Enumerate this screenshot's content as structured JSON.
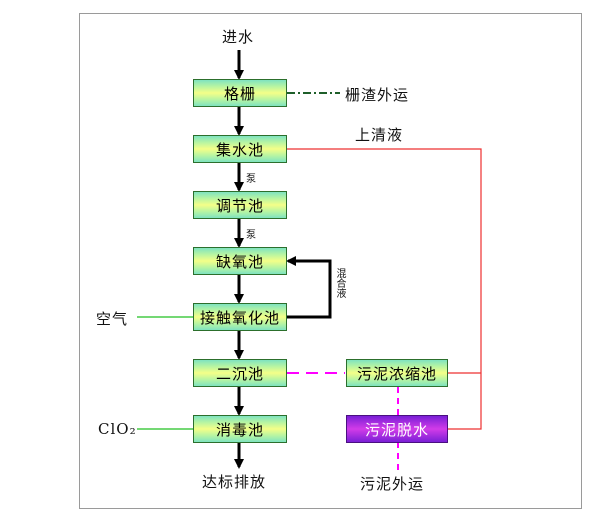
{
  "inputs": {
    "water_in": "进水",
    "air": "空气",
    "clo2": "ClO₂"
  },
  "process": {
    "screen": "格栅",
    "collection_tank": "集水池",
    "regulating_tank": "调节池",
    "anoxic_tank": "缺氧池",
    "contact_oxidation_tank": "接触氧化池",
    "secondary_settling_tank": "二沉池",
    "disinfection_tank": "消毒池"
  },
  "sludge": {
    "thickening_tank": "污泥浓缩池",
    "dewatering": "污泥脱水"
  },
  "outputs": {
    "screen_residue": "栅渣外运",
    "discharge": "达标排放",
    "sludge_out": "污泥外运"
  },
  "annotations": {
    "supernatant": "上清液",
    "pump1": "泵",
    "pump2": "泵",
    "recirculation": "混合液"
  },
  "colors": {
    "main_flow": "#000000",
    "supernatant_line": "#ee3030",
    "air_line": "#20c020",
    "sludge_line": "#ff00ff",
    "residue_line": "#1f5f2a"
  }
}
